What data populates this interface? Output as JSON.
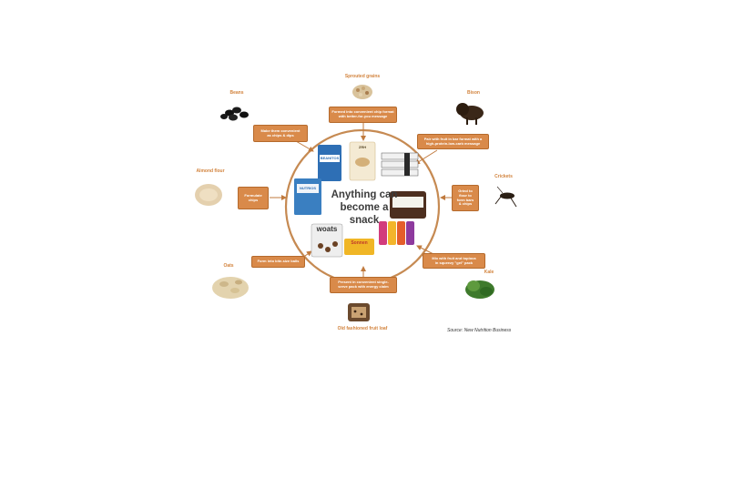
{
  "center": {
    "line1": "Anything can",
    "line2": "become a",
    "line3": "snack"
  },
  "source": "Source: New Nutrition Business",
  "ingredients": {
    "sprouted_grains": "Sprouted grains",
    "bison": "Bison",
    "crickets": "Crickets",
    "kale": "Kale",
    "fruit_loaf": "Old fashioned fruit loaf",
    "oats": "Oats",
    "almond_flour": "Almond flour",
    "beans": "Beans"
  },
  "boxes": {
    "sprouted_grains": {
      "l1": "Formed into convenient chip format",
      "l2": "with better-for-you message"
    },
    "bison": {
      "l1": "Pair with fruit in bar format with a",
      "l2": "high-protein-low-carb message"
    },
    "crickets": {
      "l1": "Grind to",
      "l2": "flour to",
      "l3": "form bars",
      "l4": "& chips"
    },
    "kale": {
      "l1": "Mix with fruit and topioca",
      "l2": "in squeezy \"gel\" pack"
    },
    "fruit_loaf": {
      "l1": "Present in convenient single-",
      "l2": "serve pack with energy claim"
    },
    "oats": {
      "l1": "Form into bite-size balls"
    },
    "almond_flour": {
      "l1": "Formulate",
      "l2": "chips"
    },
    "beans": {
      "l1": "Make them convenient",
      "l2": "as chips & dips"
    }
  },
  "products": {
    "beanitos": "BEANITOS",
    "nutrabis": "NUTRIOS",
    "woats": "woats",
    "sonnen": "Sonnen",
    "chip": "ZRH"
  },
  "colors": {
    "accent": "#d98a4a",
    "ring": "#c68a52",
    "label": "#d2833d"
  }
}
